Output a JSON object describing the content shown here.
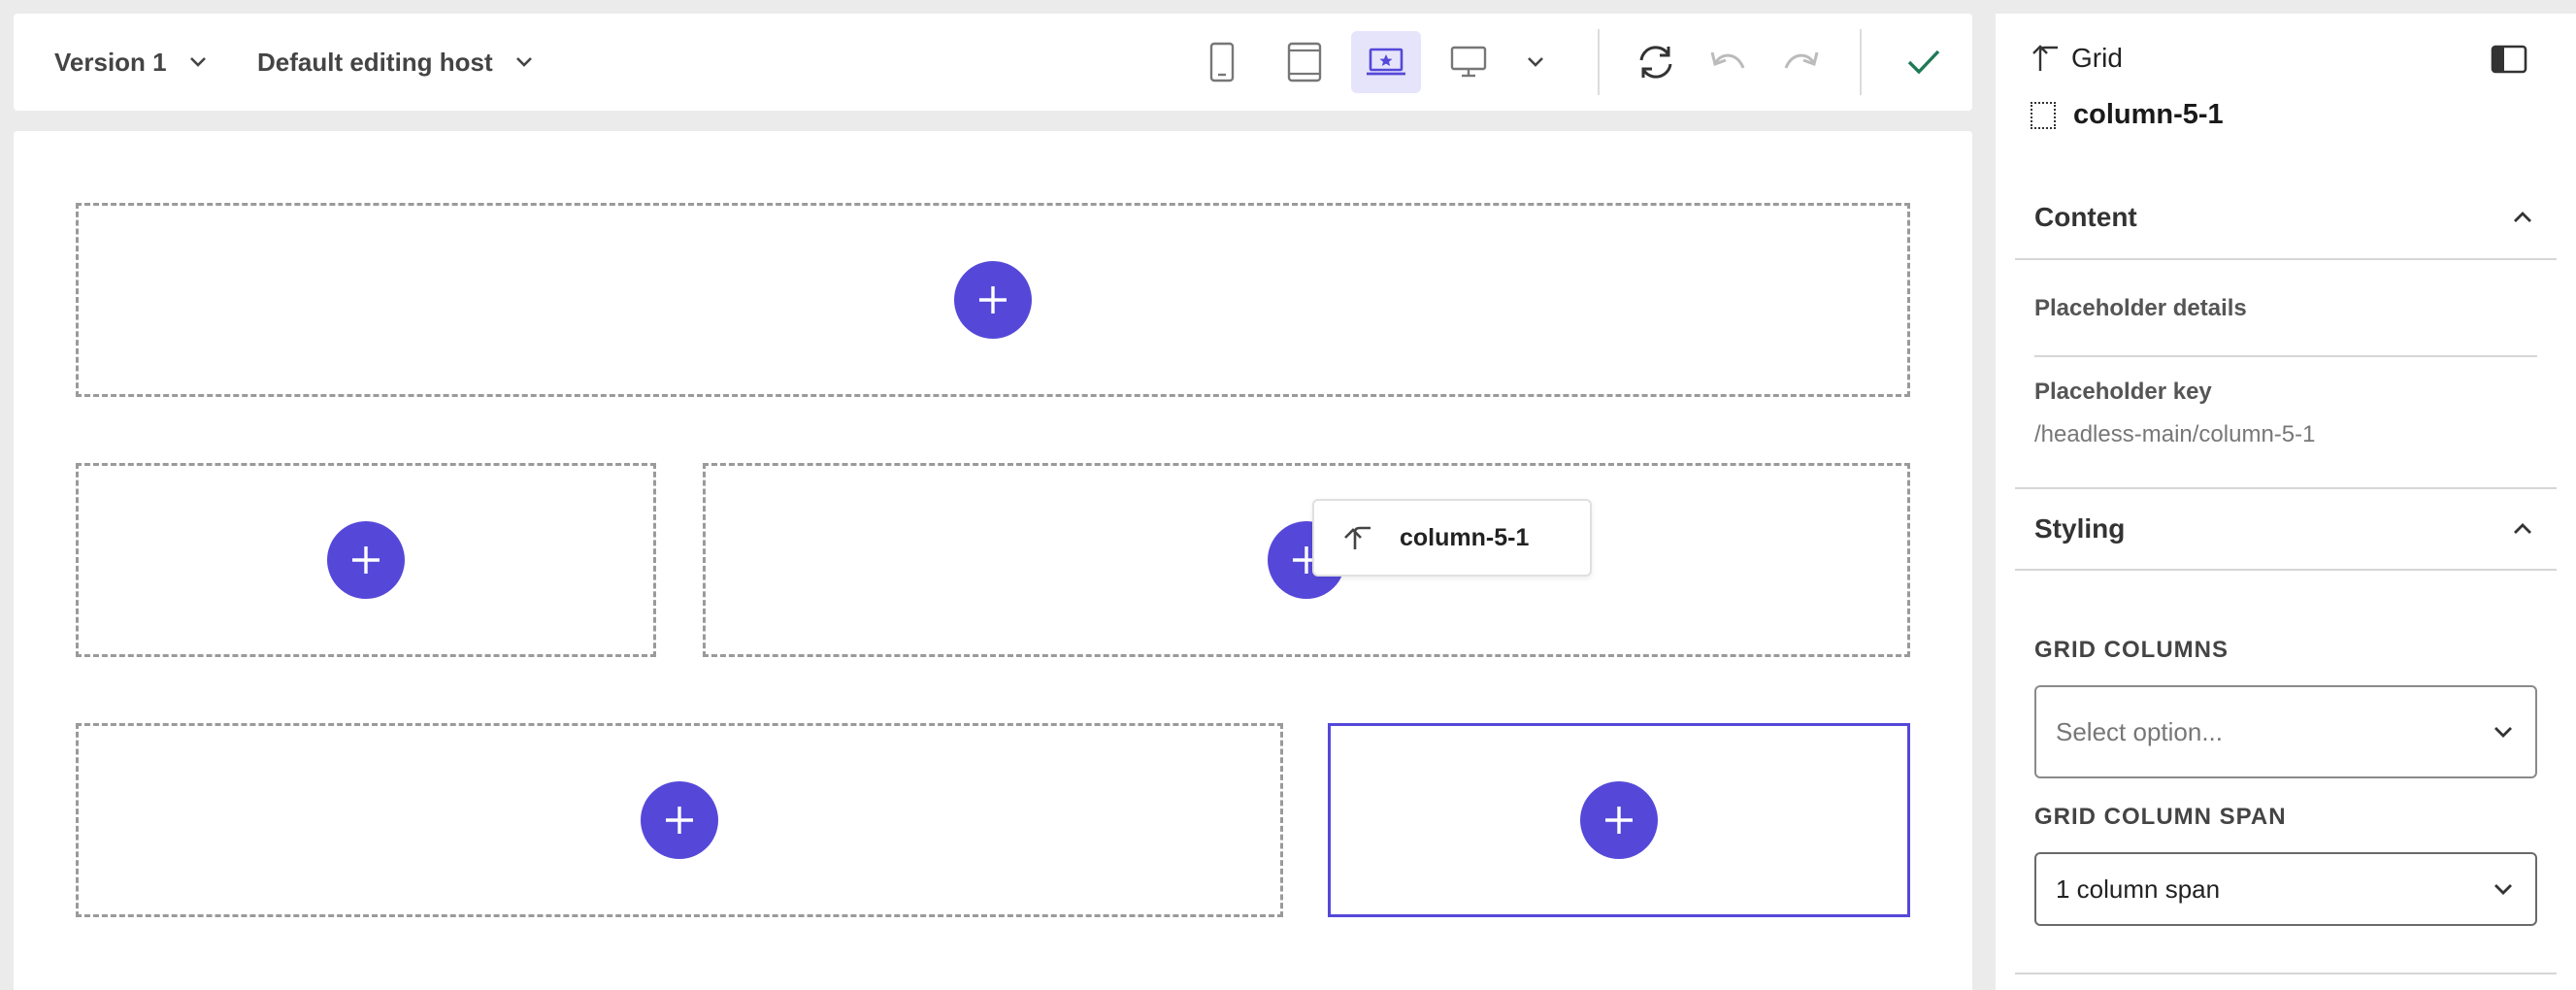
{
  "toolbar": {
    "version_label": "Version 1",
    "host_label": "Default editing host",
    "devices": [
      "mobile-icon",
      "tablet-icon",
      "laptop-icon",
      "desktop-icon"
    ],
    "active_device": "laptop-icon",
    "accent_color": "#5548d9",
    "confirm_color": "#1e7a55"
  },
  "canvas": {
    "selected_label": "column-5-1"
  },
  "panel": {
    "parent_label": "Grid",
    "component_name": "column-5-1",
    "content_section": "Content",
    "placeholder_details": "Placeholder details",
    "placeholder_key_label": "Placeholder key",
    "placeholder_key_value": "/headless-main/column-5-1",
    "styling_section": "Styling",
    "grid_columns_label": "GRID COLUMNS",
    "grid_columns_placeholder": "Select option...",
    "grid_column_span_label": "GRID COLUMN SPAN",
    "grid_column_span_value": "1 column span"
  }
}
